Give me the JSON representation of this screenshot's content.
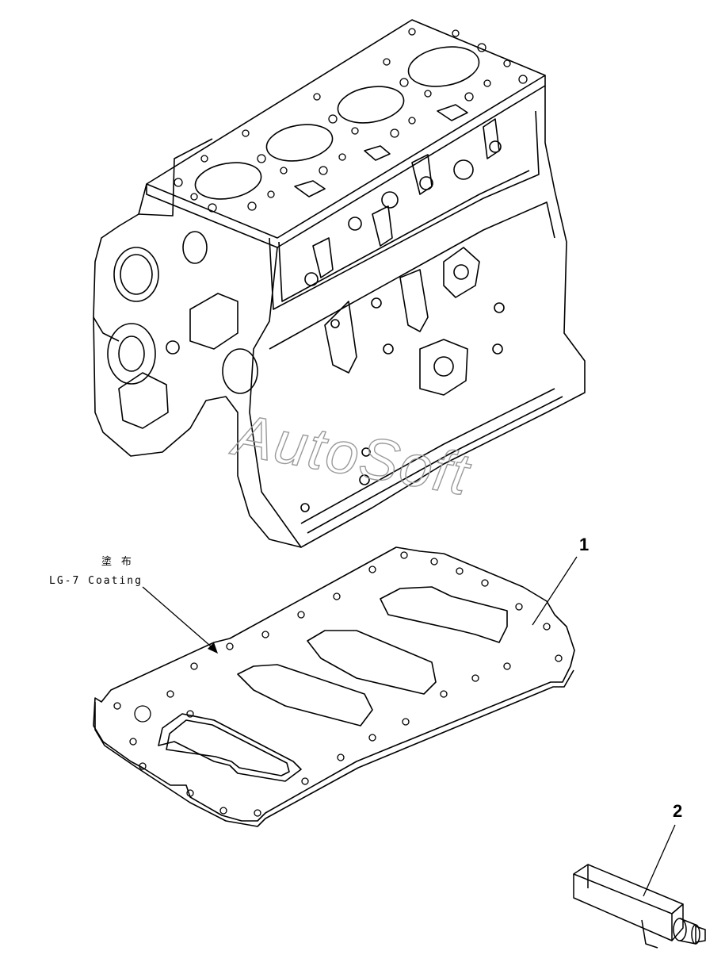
{
  "callouts": {
    "part1": "1",
    "part2": "2"
  },
  "annotation": {
    "line1": "塗 布",
    "line2": "LG-7 Coating"
  },
  "watermark": "AutoSoft",
  "colors": {
    "ink": "#000000",
    "background": "#ffffff",
    "watermark": "#9a9a9a"
  }
}
